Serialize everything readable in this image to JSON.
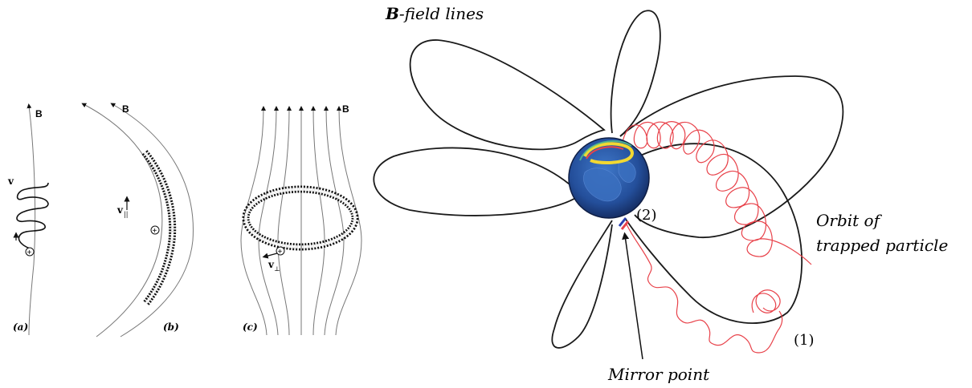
{
  "left_panels": {
    "b_label_a": "B",
    "b_label_b": "B",
    "b_label_c": "B",
    "v_label": "v",
    "v_parallel_label": "v",
    "v_parallel_sub": "||",
    "v_perp_label": "v",
    "v_perp_sub": "⊥",
    "plus_symbol": "+",
    "caption_a": "(a)",
    "caption_b": "(b)",
    "caption_c": "(c)"
  },
  "right_panel": {
    "title_bold": "B",
    "title_rest": "-field lines",
    "orbit_label_line1": "Orbit of",
    "orbit_label_line2": "trapped particle",
    "mirror_label": "Mirror point",
    "label_1": "(1)",
    "label_2": "(2)",
    "colors": {
      "orbit": "#e8424a",
      "field_line": "#1a1a1a",
      "earth": "#2a5cab",
      "aurora": "#f2d832"
    }
  }
}
